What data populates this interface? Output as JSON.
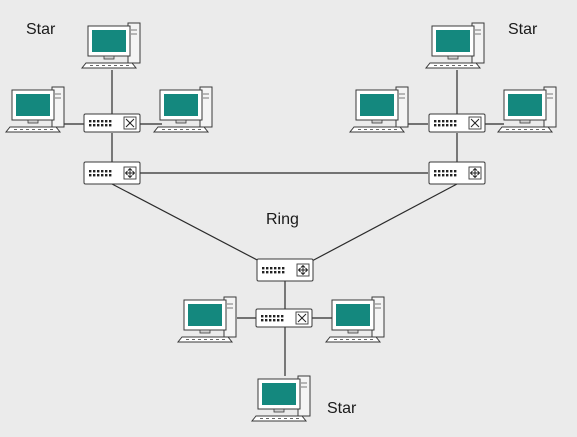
{
  "labels": {
    "star_top_left": "Star",
    "star_top_right": "Star",
    "ring": "Ring",
    "star_bottom": "Star"
  },
  "colors": {
    "background": "#ebebeb",
    "monitor_screen": "#14887e",
    "monitor_frame": "#ffffff",
    "device_outline": "#3a3a3a",
    "link_line": "#2b2b2b"
  },
  "icons": {
    "computer": "desktop-computer-icon",
    "hub": "hub-icon",
    "switch": "switch-icon"
  }
}
